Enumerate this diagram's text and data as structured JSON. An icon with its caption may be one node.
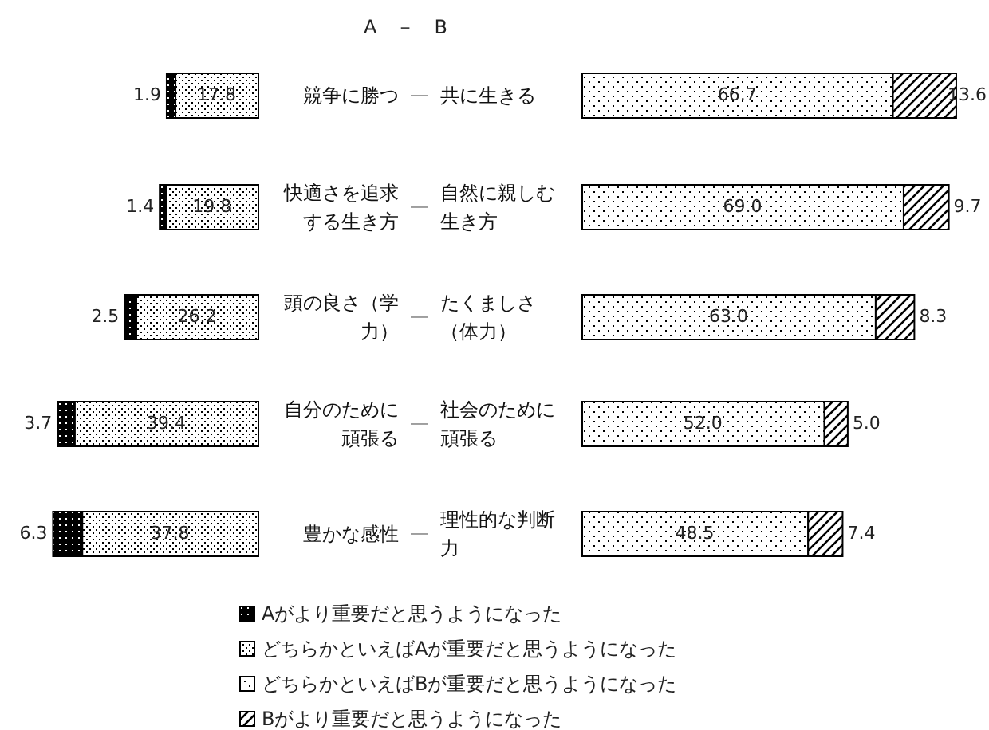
{
  "diagram": {
    "labels": [
      "A　－　B",
      "1.9",
      "17.8",
      "競争に勝つ",
      "―",
      "共に生きる",
      "66.7",
      "13.6",
      "1.4",
      "19.8",
      "快適さを追求する生き方",
      "―",
      "自然に親しむ生き方",
      "69.0",
      "9.7",
      "2.5",
      "26.2",
      "頭の良さ（学力）",
      "―",
      "たくましさ（体力）",
      "63.0",
      "8.3",
      "3.7",
      "39.4",
      "自分のために頑張る",
      "―",
      "社会のために頑張る",
      "52.0",
      "5.0",
      "6.3",
      "37.8",
      "豊かな感性",
      "―",
      "理性的な判断力",
      "48.5",
      "7.4"
    ],
    "legend": [
      {
        "text": "Aがより重要だと思うようになった"
      },
      {
        "text": "どちらかといえばAが重要だと思うようになった"
      },
      {
        "text": "どちらかといえばBが重要だと思うようになった"
      },
      {
        "text": "Bがより重要だと思うようになった"
      }
    ]
  }
}
